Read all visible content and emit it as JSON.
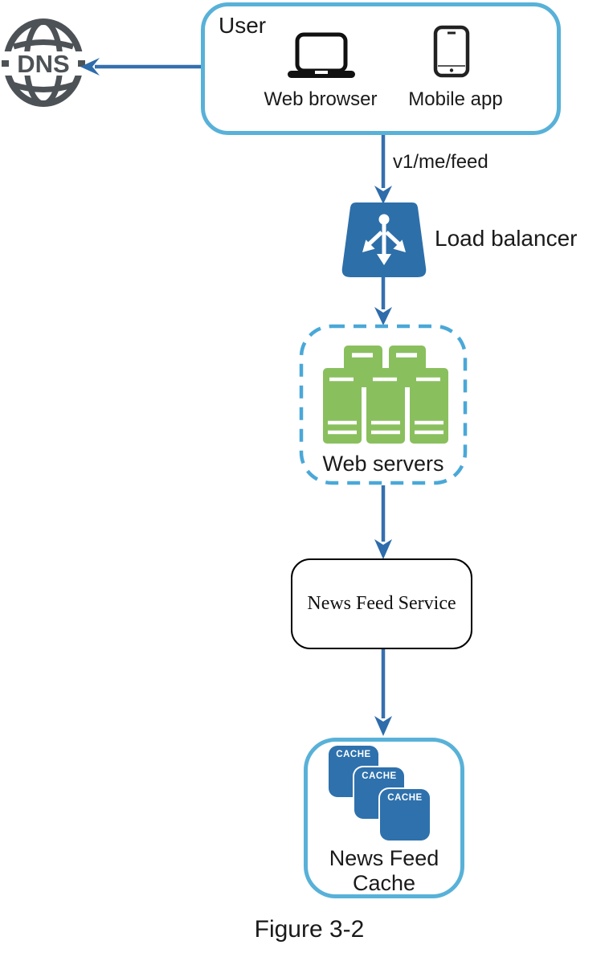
{
  "caption": "Figure 3-2",
  "colors": {
    "arrow_blue": "#356fae",
    "arrowhead_blue": "#2e6cab",
    "box_border_light_blue": "#58b1d8",
    "dashed_border_blue": "#4aa8d8",
    "load_balancer_blue": "#2d6fa9",
    "server_green": "#8abf5e",
    "cache_blue": "#2e71ad",
    "dns_gray": "#4d5257",
    "service_border_black": "#000000",
    "text_black": "#1a1a1a"
  },
  "nodes": {
    "dns": {
      "label": "DNS"
    },
    "user": {
      "label": "User",
      "web_browser_label": "Web browser",
      "mobile_app_label": "Mobile app"
    },
    "load_balancer": {
      "label": "Load balancer"
    },
    "web_servers": {
      "label": "Web servers"
    },
    "news_feed_service": {
      "label": "News Feed Service"
    },
    "news_feed_cache": {
      "label_line1": "News Feed",
      "label_line2": "Cache",
      "chips": [
        "CACHE",
        "CACHE",
        "CACHE"
      ]
    }
  },
  "edges": {
    "user_to_load_balancer_label": "v1/me/feed"
  }
}
